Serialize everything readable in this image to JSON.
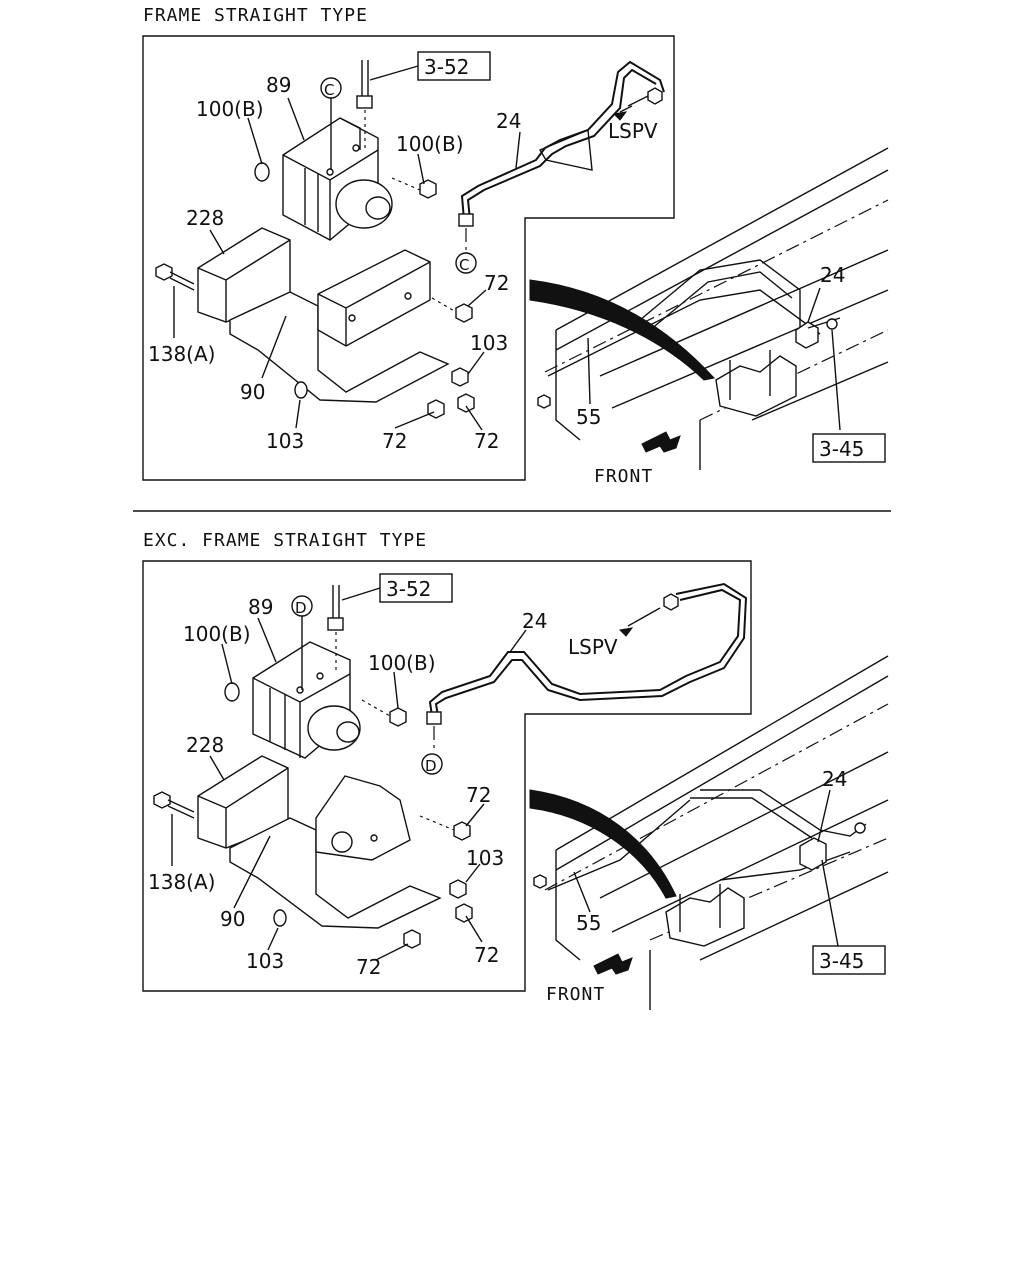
{
  "sections": [
    {
      "title": "FRAME STRAIGHT TYPE",
      "ref_box_top": "3-52",
      "ref_box_bottom": "3-45",
      "circle_marker": "C",
      "direction_label": "LSPV",
      "front_label": "FRONT",
      "callouts": {
        "c89": "89",
        "c100b_left": "100(B)",
        "c100b_right": "100(B)",
        "c24_pipe": "24",
        "c228": "228",
        "c138a": "138(A)",
        "c90": "90",
        "c103_bottom": "103",
        "c103_right": "103",
        "c72_top": "72",
        "c72_mid": "72",
        "c72_bottom": "72",
        "c24_frame": "24",
        "c55": "55"
      }
    },
    {
      "title": "EXC. FRAME STRAIGHT TYPE",
      "ref_box_top": "3-52",
      "ref_box_bottom": "3-45",
      "circle_marker": "D",
      "direction_label": "LSPV",
      "front_label": "FRONT",
      "callouts": {
        "c89": "89",
        "c100b_left": "100(B)",
        "c100b_right": "100(B)",
        "c24_pipe": "24",
        "c228": "228",
        "c138a": "138(A)",
        "c90": "90",
        "c103_bottom": "103",
        "c103_right": "103",
        "c72_top": "72",
        "c72_mid": "72",
        "c72_bottom": "72",
        "c24_frame": "24",
        "c55": "55"
      }
    }
  ]
}
